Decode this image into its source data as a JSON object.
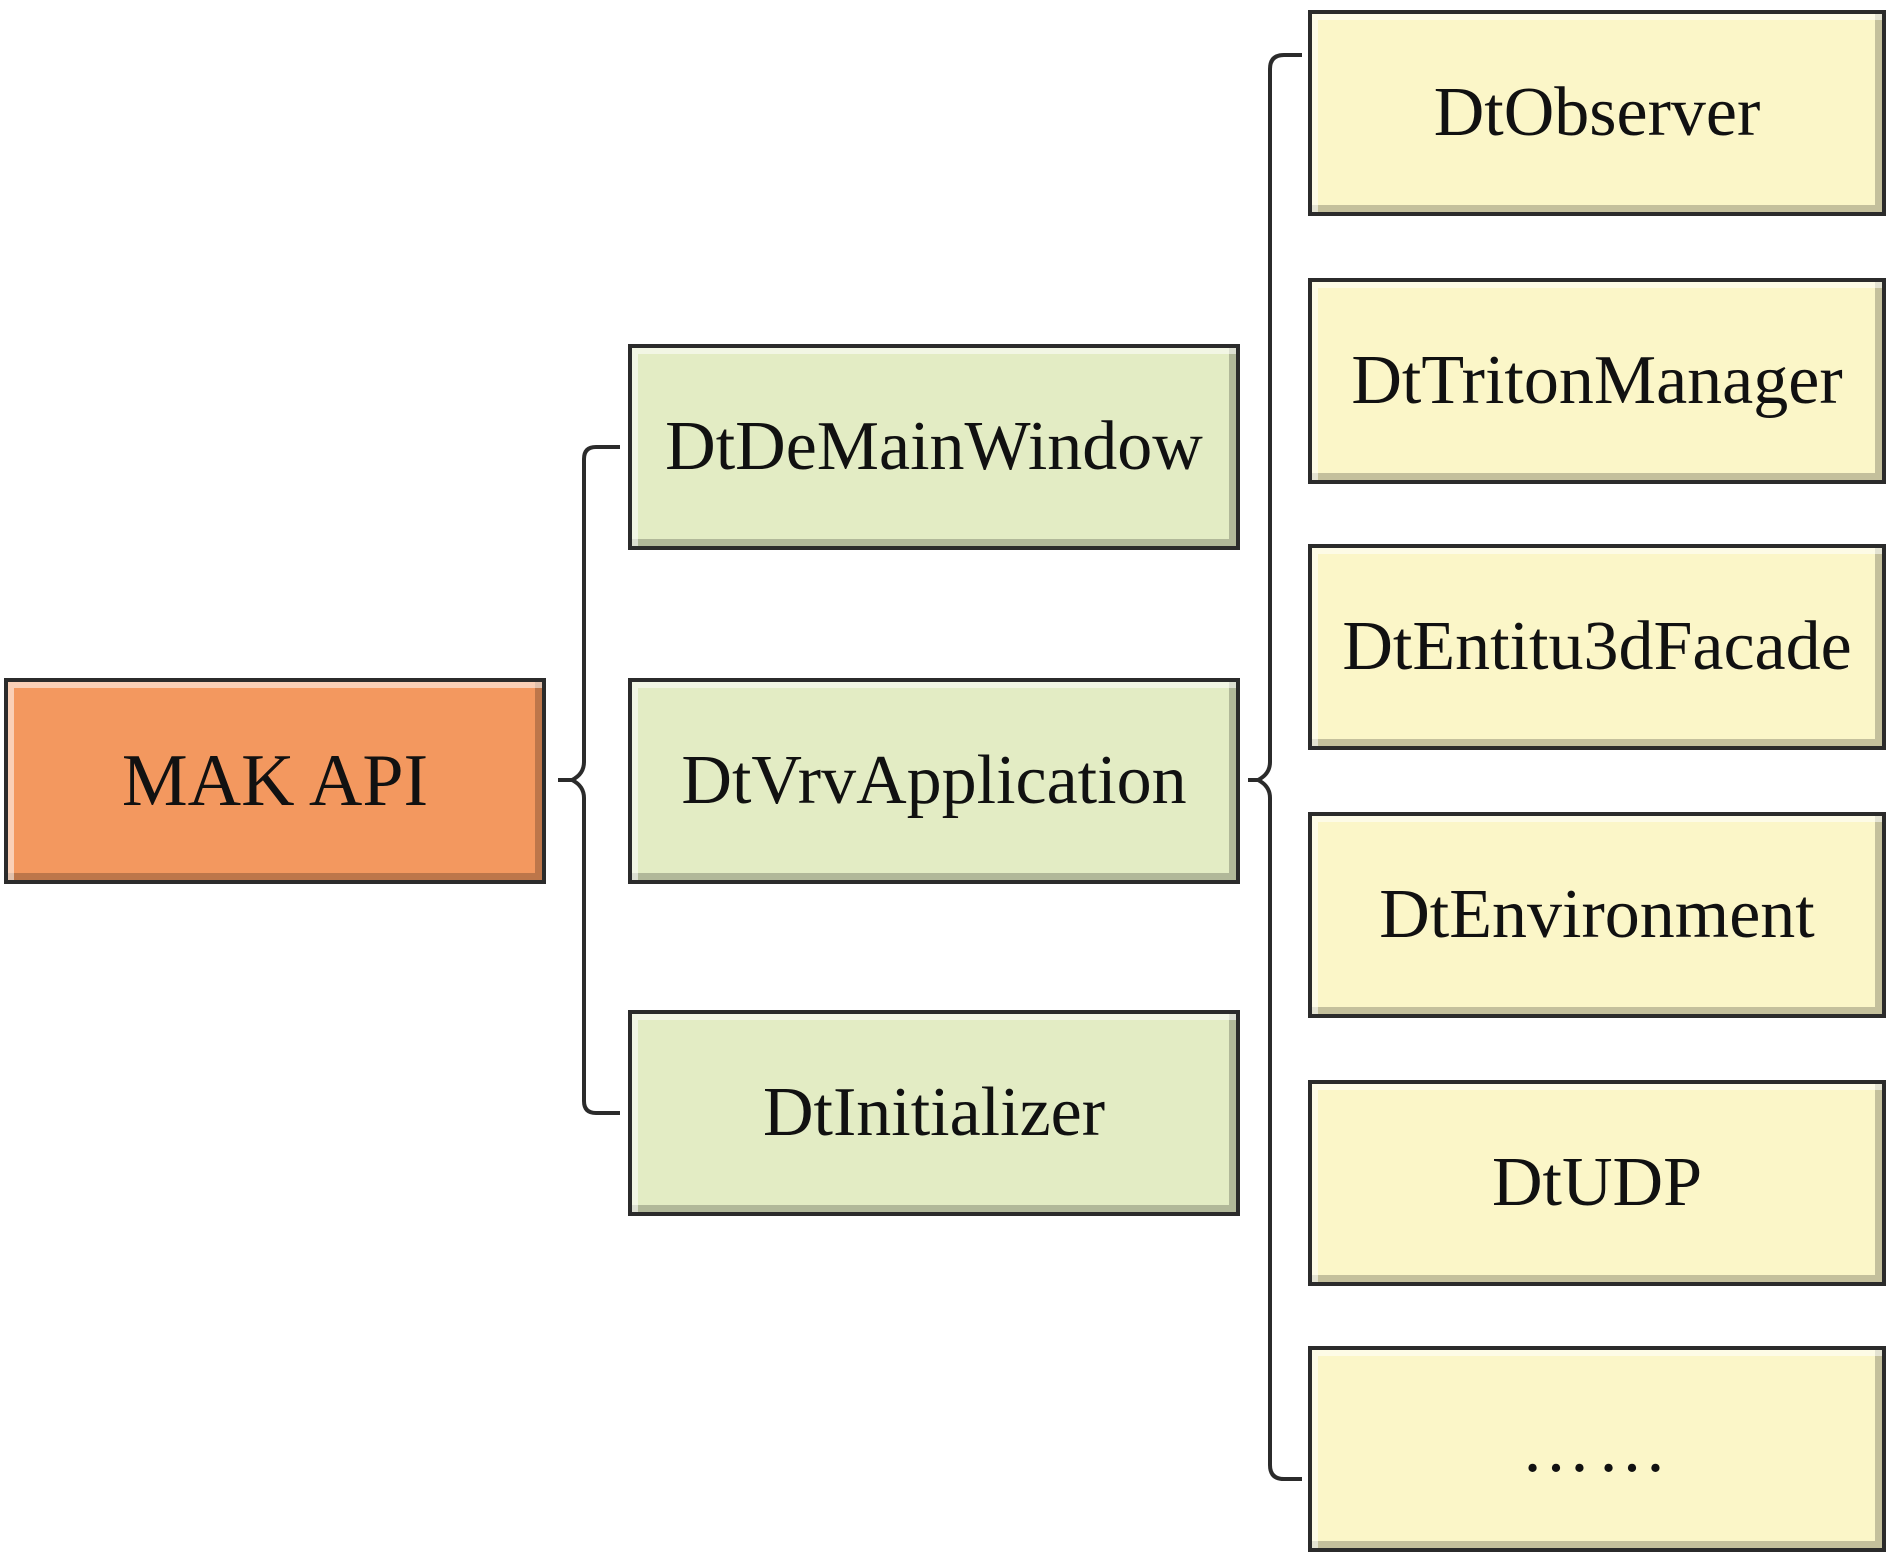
{
  "root": {
    "label": "MAK API",
    "color": "#f3985f"
  },
  "level2": {
    "color": "#e3ecc4",
    "items": [
      {
        "label": "DtDeMainWindow"
      },
      {
        "label": "DtVrvApplication"
      },
      {
        "label": "DtInitializer"
      }
    ]
  },
  "level3": {
    "color": "#fbf6c8",
    "items": [
      {
        "label": "DtObserver"
      },
      {
        "label": "DtTritonManager"
      },
      {
        "label": "DtEntitu3dFacade"
      },
      {
        "label": "DtEnvironment"
      },
      {
        "label": "DtUDP"
      },
      {
        "label": "……"
      }
    ]
  }
}
